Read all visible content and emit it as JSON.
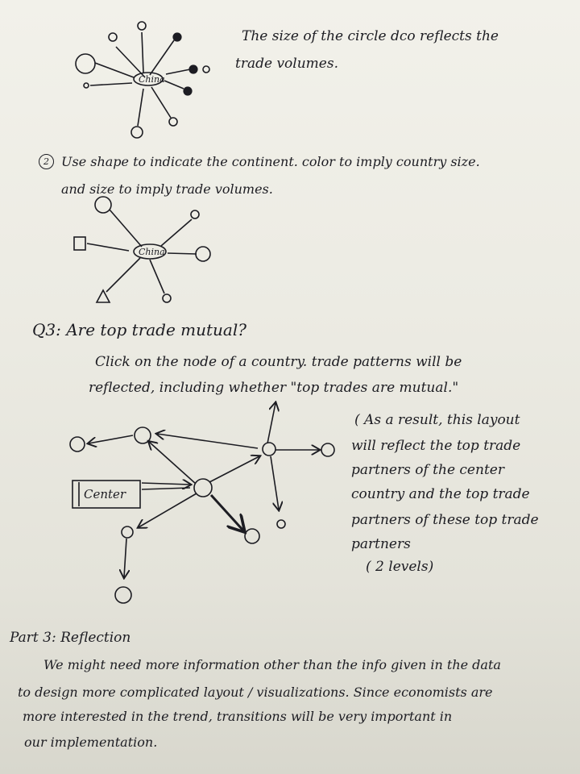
{
  "sketch1": {
    "center_label": "China",
    "note_line1": "The size of the circle dco reflects the",
    "note_line2": "trade volumes."
  },
  "idea2": {
    "number": "2",
    "line1": "Use shape to indicate the continent. color to imply country size.",
    "line2": "and size to imply trade volumes.",
    "center_label": "China"
  },
  "q3": {
    "heading": "Q3: Are top trade mutual?",
    "line1": "Click on the node of a country. trade patterns will be",
    "line2": "reflected, including whether \"top trades are mutual.\"",
    "note_lines": [
      "( As a result, this layout",
      "will reflect the top trade",
      "partners of the center",
      "country and the top trade",
      "partners of these top trade",
      "partners",
      "( 2 levels)"
    ],
    "center_box_label": "Center"
  },
  "part3": {
    "heading": "Part 3: Reflection",
    "lines": [
      "We might need more information other than the info given in the data",
      "to design more complicated layout / visualizations. Since economists are",
      "more interested in the trend, transitions will be very important in",
      "our implementation."
    ]
  }
}
